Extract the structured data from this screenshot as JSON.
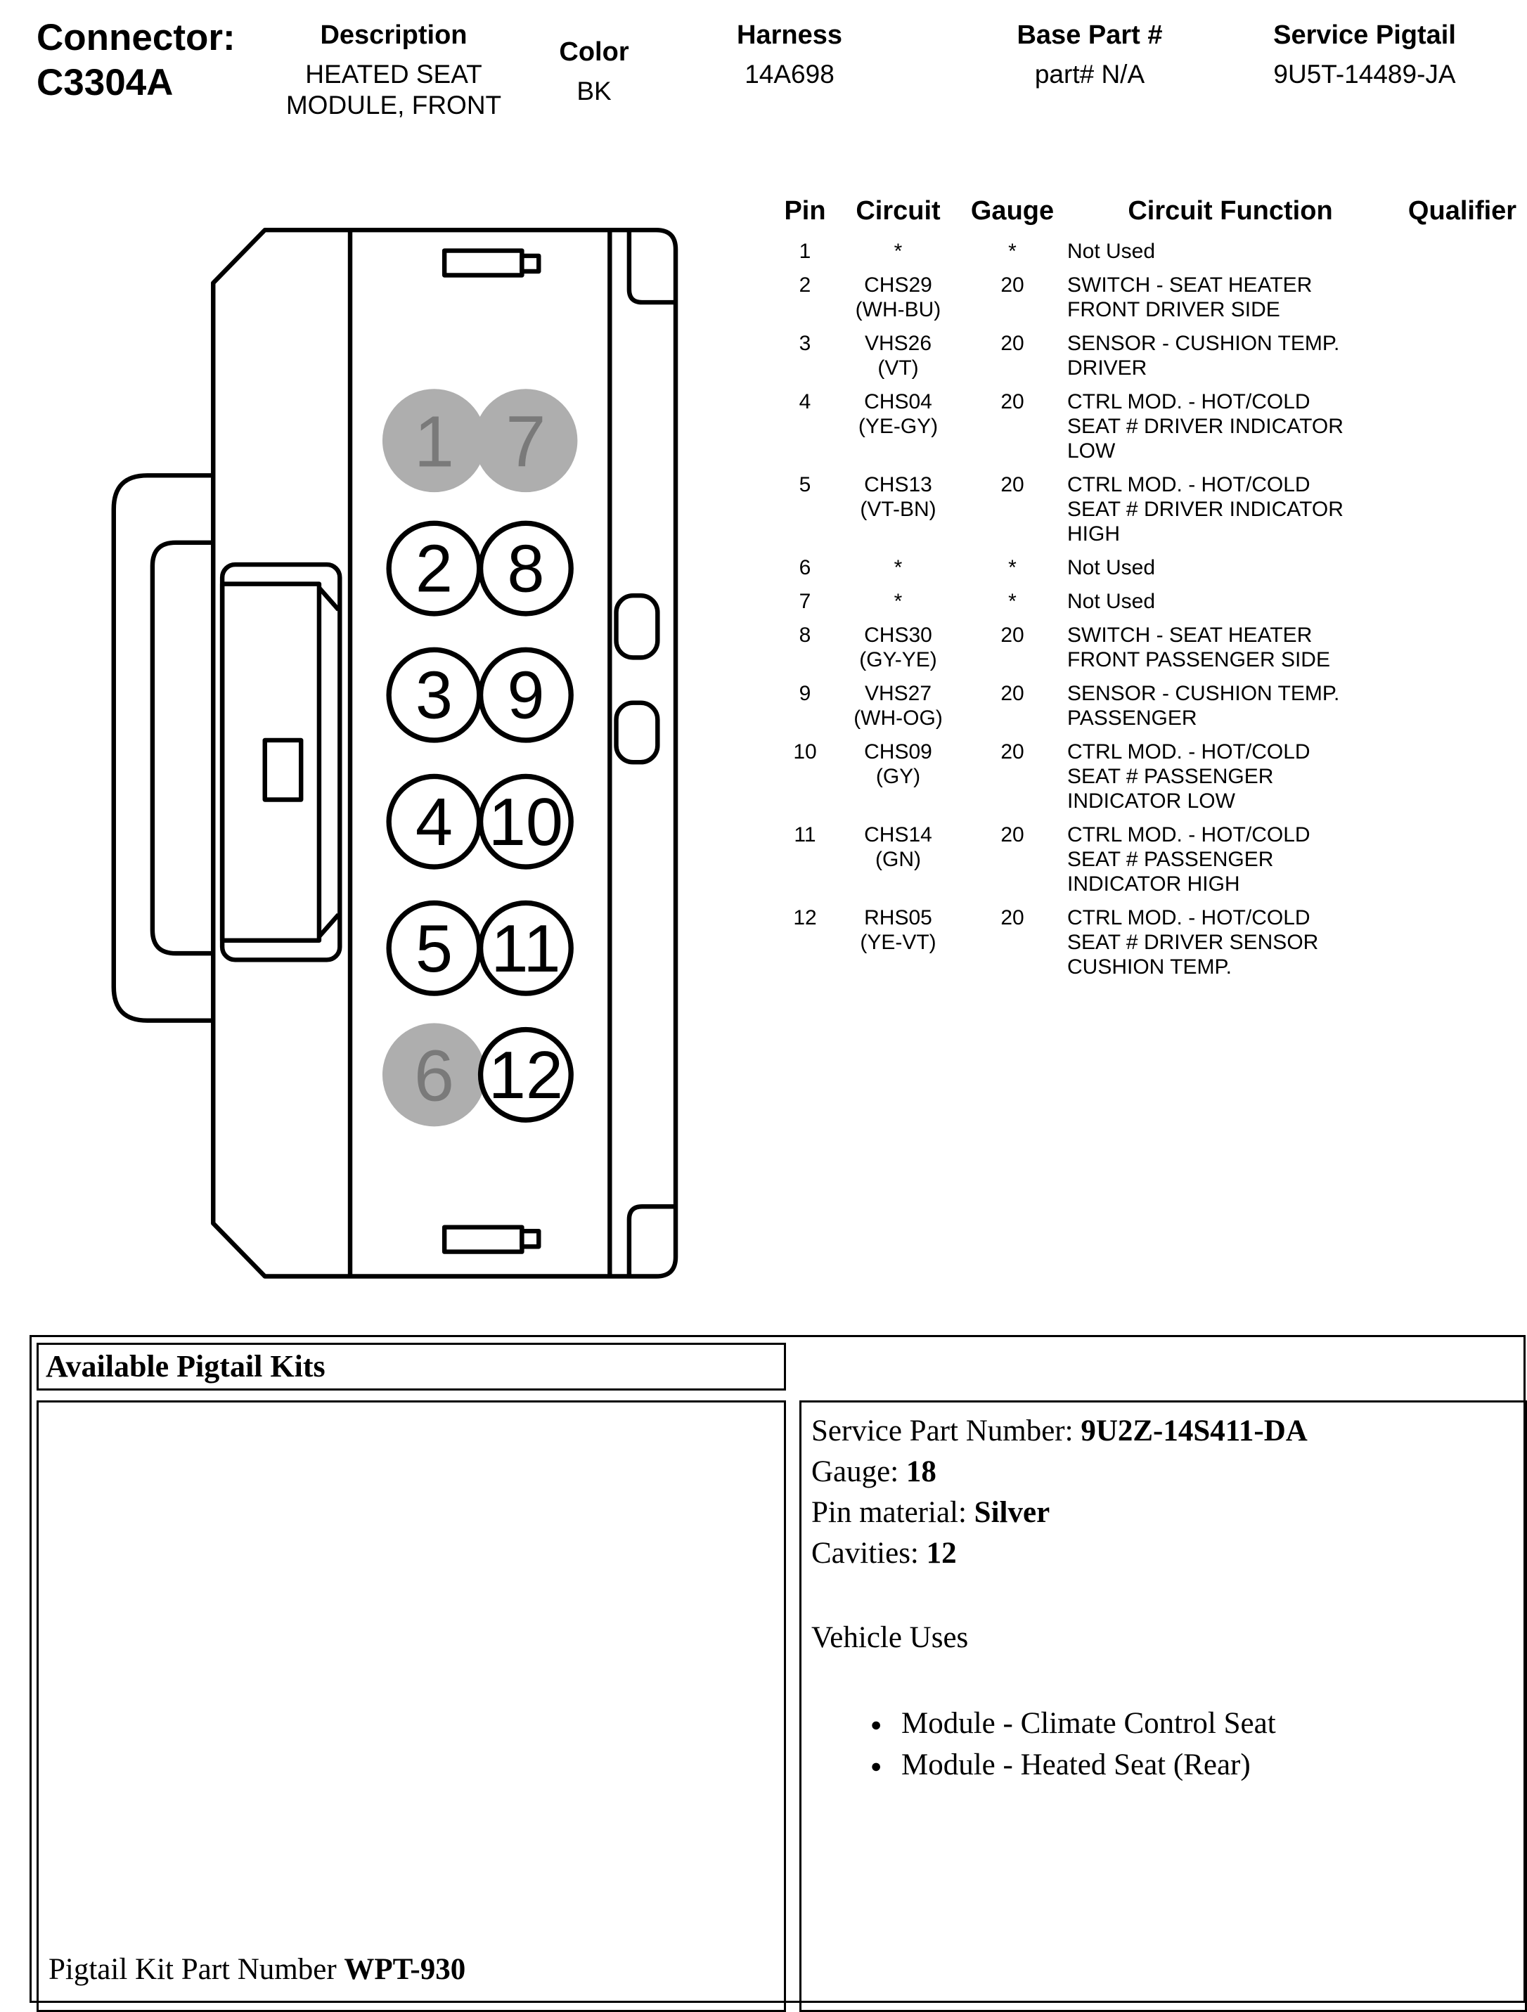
{
  "header": {
    "connector_label": "Connector:",
    "connector_id": "C3304A",
    "columns": [
      {
        "label": "Description",
        "value": "HEATED SEAT\nMODULE, FRONT"
      },
      {
        "label": "Color",
        "value": "BK"
      },
      {
        "label": "Harness",
        "value": "14A698"
      },
      {
        "label": "Base Part #",
        "value": "part# N/A"
      },
      {
        "label": "Service Pigtail",
        "value": "9U5T-14489-JA"
      }
    ]
  },
  "diagram": {
    "pins": [
      {
        "n": "1",
        "shaded": true
      },
      {
        "n": "2",
        "shaded": false
      },
      {
        "n": "3",
        "shaded": false
      },
      {
        "n": "4",
        "shaded": false
      },
      {
        "n": "5",
        "shaded": false
      },
      {
        "n": "6",
        "shaded": true
      },
      {
        "n": "7",
        "shaded": true
      },
      {
        "n": "8",
        "shaded": false
      },
      {
        "n": "9",
        "shaded": false
      },
      {
        "n": "10",
        "shaded": false
      },
      {
        "n": "11",
        "shaded": false
      },
      {
        "n": "12",
        "shaded": false
      }
    ]
  },
  "pin_table": {
    "headers": {
      "pin": "Pin",
      "circuit": "Circuit",
      "gauge": "Gauge",
      "function": "Circuit Function",
      "qualifier": "Qualifier"
    },
    "rows": [
      {
        "pin": "1",
        "circuit": "*",
        "color": "",
        "gauge": "*",
        "function": "Not Used",
        "qualifier": ""
      },
      {
        "pin": "2",
        "circuit": "CHS29",
        "color": "(WH-BU)",
        "gauge": "20",
        "function": "SWITCH - SEAT HEATER\nFRONT DRIVER SIDE",
        "qualifier": ""
      },
      {
        "pin": "3",
        "circuit": "VHS26",
        "color": "(VT)",
        "gauge": "20",
        "function": "SENSOR - CUSHION TEMP.\nDRIVER",
        "qualifier": ""
      },
      {
        "pin": "4",
        "circuit": "CHS04",
        "color": "(YE-GY)",
        "gauge": "20",
        "function": "CTRL MOD. - HOT/COLD\nSEAT # DRIVER INDICATOR\nLOW",
        "qualifier": ""
      },
      {
        "pin": "5",
        "circuit": "CHS13",
        "color": "(VT-BN)",
        "gauge": "20",
        "function": "CTRL MOD. - HOT/COLD\nSEAT # DRIVER INDICATOR\nHIGH",
        "qualifier": ""
      },
      {
        "pin": "6",
        "circuit": "*",
        "color": "",
        "gauge": "*",
        "function": "Not Used",
        "qualifier": ""
      },
      {
        "pin": "7",
        "circuit": "*",
        "color": "",
        "gauge": "*",
        "function": "Not Used",
        "qualifier": ""
      },
      {
        "pin": "8",
        "circuit": "CHS30",
        "color": "(GY-YE)",
        "gauge": "20",
        "function": "SWITCH - SEAT HEATER\nFRONT PASSENGER SIDE",
        "qualifier": ""
      },
      {
        "pin": "9",
        "circuit": "VHS27",
        "color": "(WH-OG)",
        "gauge": "20",
        "function": "SENSOR - CUSHION TEMP.\nPASSENGER",
        "qualifier": ""
      },
      {
        "pin": "10",
        "circuit": "CHS09",
        "color": "(GY)",
        "gauge": "20",
        "function": "CTRL MOD. - HOT/COLD\nSEAT # PASSENGER\nINDICATOR LOW",
        "qualifier": ""
      },
      {
        "pin": "11",
        "circuit": "CHS14",
        "color": "(GN)",
        "gauge": "20",
        "function": "CTRL MOD. - HOT/COLD\nSEAT # PASSENGER\nINDICATOR HIGH",
        "qualifier": ""
      },
      {
        "pin": "12",
        "circuit": "RHS05",
        "color": "(YE-VT)",
        "gauge": "20",
        "function": "CTRL MOD. - HOT/COLD\nSEAT # DRIVER SENSOR\nCUSHION TEMP.",
        "qualifier": ""
      }
    ]
  },
  "pigtail": {
    "title": "Available Pigtail Kits",
    "part_label": "Pigtail Kit Part Number",
    "part_value": "WPT-930"
  },
  "service": {
    "fields": [
      {
        "label": "Service Part Number:",
        "value": "9U2Z-14S411-DA"
      },
      {
        "label": "Gauge:",
        "value": "18"
      },
      {
        "label": "Pin material:",
        "value": "Silver"
      },
      {
        "label": "Cavities:",
        "value": "12"
      }
    ],
    "vehicle_uses_title": "Vehicle Uses",
    "vehicle_uses": [
      "Module - Climate Control Seat",
      "Module - Heated Seat (Rear)"
    ]
  },
  "colors": {
    "shaded_cavity": "#aeaeae",
    "shaded_number": "#7a7a7a"
  }
}
